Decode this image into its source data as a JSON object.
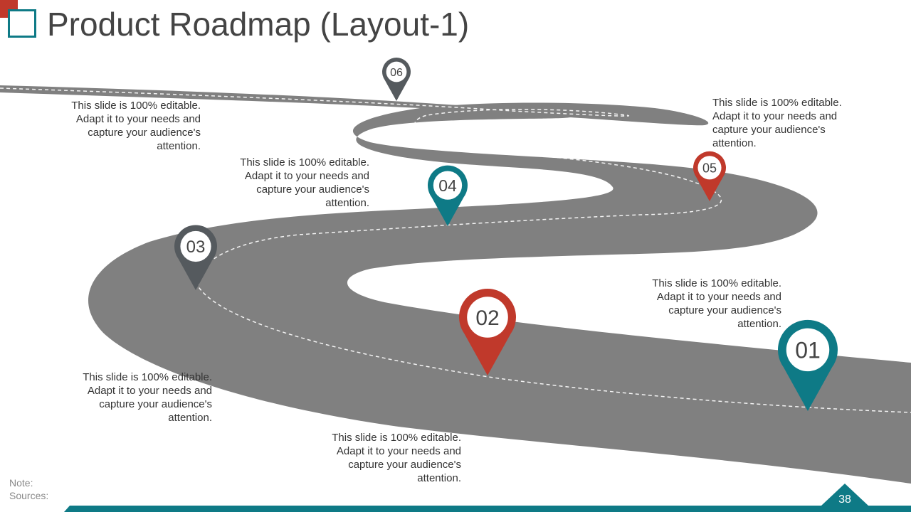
{
  "slide": {
    "title": "Product Roadmap (Layout-1)",
    "page_number": "38",
    "note_label": "Note:",
    "sources_label": "Sources:"
  },
  "colors": {
    "road": "#808080",
    "red": "#c0392b",
    "teal": "#0e7a86",
    "dark": "#555a5e",
    "footer": "#0e7a86"
  },
  "milestones": [
    {
      "number": "01",
      "color": "#0e7a86",
      "text": "This slide is 100% editable. Adapt it to your needs and capture your audience's attention."
    },
    {
      "number": "02",
      "color": "#c0392b",
      "text": "This slide is 100% editable. Adapt it to your needs and capture your audience's attention."
    },
    {
      "number": "03",
      "color": "#555a5e",
      "text": "This slide is 100% editable. Adapt it to your needs and capture your audience's attention."
    },
    {
      "number": "04",
      "color": "#0e7a86",
      "text": "This slide is 100% editable. Adapt it to your needs and capture your audience's attention."
    },
    {
      "number": "05",
      "color": "#c0392b",
      "text": "This slide is 100% editable. Adapt it to your needs and capture your audience's attention."
    },
    {
      "number": "06",
      "color": "#555a5e",
      "text": "This slide is 100% editable. Adapt it to your needs and capture your audience's attention."
    }
  ]
}
